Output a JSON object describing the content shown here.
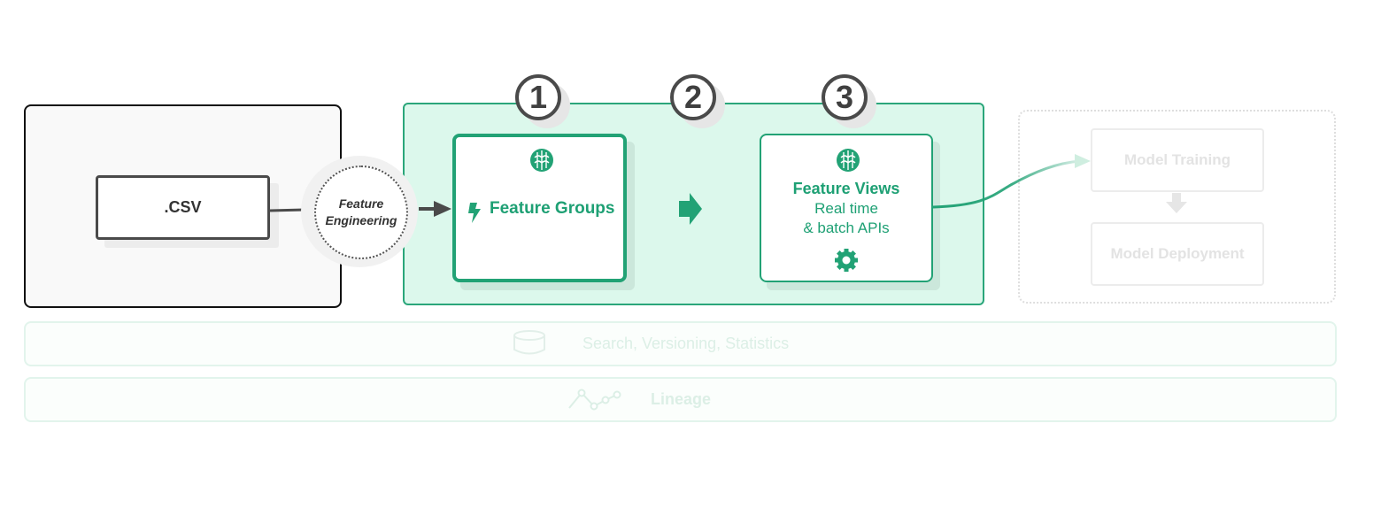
{
  "source": {
    "file_label": ".CSV"
  },
  "feature_engineering": {
    "line1": "Feature",
    "line2": "Engineering"
  },
  "steps": [
    "1",
    "2",
    "3"
  ],
  "feature_groups": {
    "label": "Feature Groups"
  },
  "feature_views": {
    "title": "Feature Views",
    "line1": "Real time",
    "line2": "& batch APIs"
  },
  "model": {
    "training": "Model Training",
    "deployment": "Model Deployment"
  },
  "bars": {
    "search": "Search, Versioning, Statistics",
    "lineage": "Lineage"
  },
  "colors": {
    "accent": "#22a275",
    "panel_bg": "#dcf8ec",
    "dark": "#4a4a4a",
    "faded": "#e3e3e3"
  },
  "icons": [
    "hops-icon",
    "lightning-icon",
    "gear-icon",
    "arrow-right-icon",
    "database-icon",
    "lineage-icon",
    "arrow-down-icon"
  ]
}
